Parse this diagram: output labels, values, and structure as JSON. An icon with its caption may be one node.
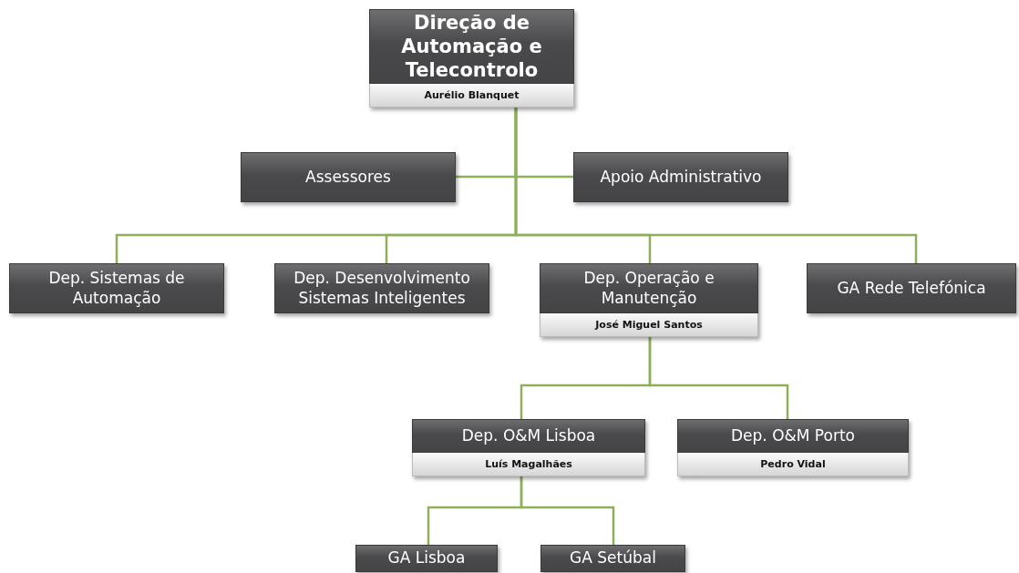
{
  "diagram": {
    "nodes": [
      {
        "text": [
          "Direção de Automação e Telecontrolo",
          "Aurélio Blanquet"
        ]
      },
      {
        "text": [
          "Assessores"
        ]
      },
      {
        "text": [
          "Apoio Administrativo"
        ]
      },
      {
        "text": [
          "Dep. Sistemas de Automação"
        ]
      },
      {
        "text": [
          "Dep. Desenvolvimento Sistemas Inteligentes"
        ]
      },
      {
        "text": [
          "Dep. Operação e Manutenção",
          "José Miguel Santos"
        ]
      },
      {
        "text": [
          "GA Rede Telefónica"
        ]
      },
      {
        "text": [
          "Dep. O&M Lisboa",
          "Luís Magalhães"
        ]
      },
      {
        "text": [
          "Dep. O&M Porto",
          "Pedro Vidal"
        ]
      },
      {
        "text": [
          "GA Lisboa"
        ]
      },
      {
        "text": [
          "GA Setúbal"
        ]
      }
    ],
    "edges": [
      {
        "from": 0,
        "to": 1,
        "arrow": "none"
      },
      {
        "from": 0,
        "to": 2,
        "arrow": "none"
      },
      {
        "from": 0,
        "to": 3,
        "arrow": "none"
      },
      {
        "from": 0,
        "to": 4,
        "arrow": "none"
      },
      {
        "from": 0,
        "to": 5,
        "arrow": "none"
      },
      {
        "from": 0,
        "to": 6,
        "arrow": "none"
      },
      {
        "from": 5,
        "to": 7,
        "arrow": "none"
      },
      {
        "from": 5,
        "to": 8,
        "arrow": "none"
      },
      {
        "from": 7,
        "to": 9,
        "arrow": "none"
      },
      {
        "from": 7,
        "to": 10,
        "arrow": "none"
      }
    ]
  }
}
